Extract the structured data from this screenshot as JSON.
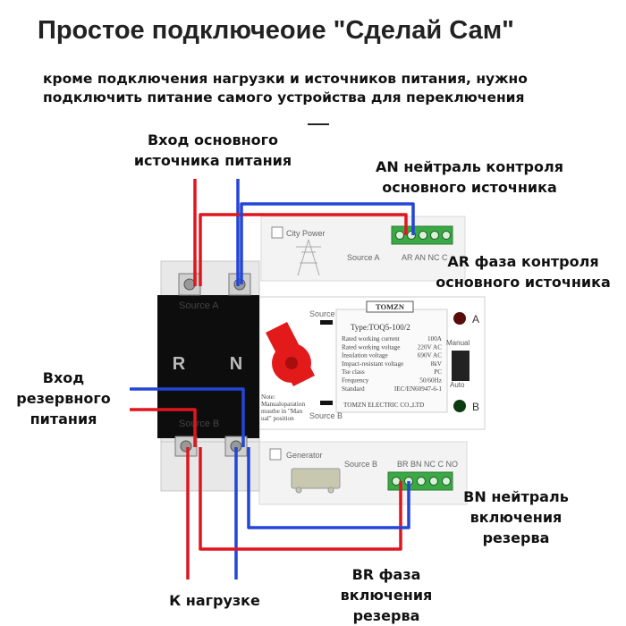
{
  "title": "Простое подключеоие \"Сделай Сам\"",
  "subtitle": {
    "line1": "кроме подключения нагрузки и источников питания, нужно",
    "line2": "подключить питание самого устройства для переключения"
  },
  "labels": {
    "main_input": [
      "Вход основного",
      "источника питания"
    ],
    "an_neutral": [
      "AN нейтраль контроля",
      "основного источника"
    ],
    "ar_phase": [
      "AR фаза контроля",
      "основного источника"
    ],
    "backup_input": [
      "Вход",
      "резервного",
      "питания"
    ],
    "bn_neutral": [
      "BN нейтраль",
      "включения",
      "резерва"
    ],
    "br_phase": [
      "BR фаза",
      "включения",
      "резерва"
    ],
    "load": "К нагрузке"
  },
  "device": {
    "city_power": "City Power",
    "generator": "Generator",
    "source_a": "Source A",
    "source_b": "Source B",
    "terminals_a": "AR AN NC C",
    "terminals_b": "BR BN NC C NO",
    "phase_letter": "R",
    "neutral_letter": "N",
    "brand": "TOMZN",
    "type": "Type:TOQ5-100/2",
    "specs": [
      [
        "Rated working current",
        "100A"
      ],
      [
        "Rated working voltage",
        "220V AC"
      ],
      [
        "Insulation voltage",
        "690V AC"
      ],
      [
        "Impact-resistant voltage",
        "8kV"
      ],
      [
        "Tse class",
        "PC"
      ],
      [
        "Frequency",
        "50/60Hz"
      ],
      [
        "Standard",
        "IEC/EN60947-6-1"
      ]
    ],
    "maker": "TOMZN ELECTRIC CO.,LTD",
    "note": [
      "Note:",
      "Manualoparation",
      "mustbe in \"Man",
      "ual\" position"
    ],
    "indicator_a": "A",
    "indicator_b": "B",
    "manual": "Manual",
    "auto": "Auto"
  },
  "colors": {
    "phase_wire": "#e0161e",
    "neutral_wire": "#2346d6",
    "terminal_green": "#2fae3a"
  }
}
